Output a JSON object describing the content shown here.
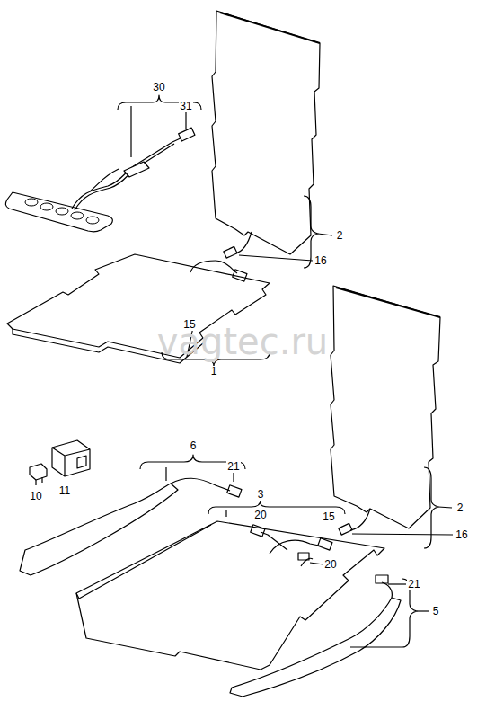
{
  "diagram": {
    "labels": [
      "30",
      "31",
      "2",
      "16",
      "vagtec.ru",
      "15",
      "1",
      "6",
      "21",
      "11",
      "10",
      "3",
      "20",
      "15",
      "20",
      "2",
      "16",
      "21",
      "5"
    ]
  }
}
